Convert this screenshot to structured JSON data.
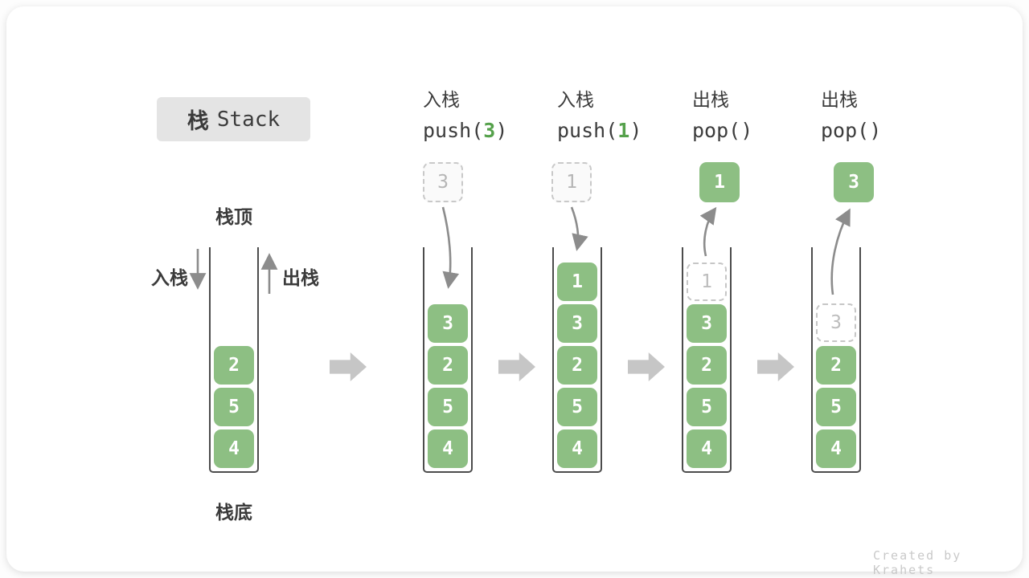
{
  "title": {
    "zh": "栈",
    "en": "Stack"
  },
  "labels": {
    "stack_top": "栈顶",
    "stack_bottom": "栈底",
    "push_side": "入栈",
    "pop_side": "出栈"
  },
  "colors": {
    "box_green": "#8dbf83",
    "arg_green": "#55a14b",
    "text_dark": "#3b3b3b",
    "title_bg": "#e4e4e4",
    "well_border": "#4c4c4c",
    "curved_arrow": "#8c8c8c",
    "block_arrow": "#c6c6c6",
    "ghost_border": "#c6c6c6",
    "ghost_text": "#bdbdbd",
    "watermark": "#c9c9c9"
  },
  "steps": [
    {
      "name": "initial",
      "stack": [
        {
          "value": "2",
          "variant": "solid"
        },
        {
          "value": "5",
          "variant": "solid"
        },
        {
          "value": "4",
          "variant": "solid"
        }
      ]
    },
    {
      "name": "push-3",
      "op": "入栈",
      "code_prefix": "push(",
      "code_arg": "3",
      "code_suffix": ")",
      "floating": {
        "value": "3",
        "variant": "dashed"
      },
      "stack": [
        {
          "value": "3",
          "variant": "solid"
        },
        {
          "value": "2",
          "variant": "solid"
        },
        {
          "value": "5",
          "variant": "solid"
        },
        {
          "value": "4",
          "variant": "solid"
        }
      ]
    },
    {
      "name": "push-1",
      "op": "入栈",
      "code_prefix": "push(",
      "code_arg": "1",
      "code_suffix": ")",
      "floating": {
        "value": "1",
        "variant": "dashed"
      },
      "stack": [
        {
          "value": "1",
          "variant": "solid"
        },
        {
          "value": "3",
          "variant": "solid"
        },
        {
          "value": "2",
          "variant": "solid"
        },
        {
          "value": "5",
          "variant": "solid"
        },
        {
          "value": "4",
          "variant": "solid"
        }
      ]
    },
    {
      "name": "pop-1",
      "op": "出栈",
      "code_prefix": "pop(",
      "code_arg": "",
      "code_suffix": ")",
      "floating": {
        "value": "1",
        "variant": "solid"
      },
      "stack": [
        {
          "value": "1",
          "variant": "ghost"
        },
        {
          "value": "3",
          "variant": "solid"
        },
        {
          "value": "2",
          "variant": "solid"
        },
        {
          "value": "5",
          "variant": "solid"
        },
        {
          "value": "4",
          "variant": "solid"
        }
      ]
    },
    {
      "name": "pop-3",
      "op": "出栈",
      "code_prefix": "pop(",
      "code_arg": "",
      "code_suffix": ")",
      "floating": {
        "value": "3",
        "variant": "solid"
      },
      "stack": [
        {
          "value": "3",
          "variant": "ghost"
        },
        {
          "value": "2",
          "variant": "solid"
        },
        {
          "value": "5",
          "variant": "solid"
        },
        {
          "value": "4",
          "variant": "solid"
        }
      ]
    }
  ],
  "watermark": "Created by Krahets"
}
